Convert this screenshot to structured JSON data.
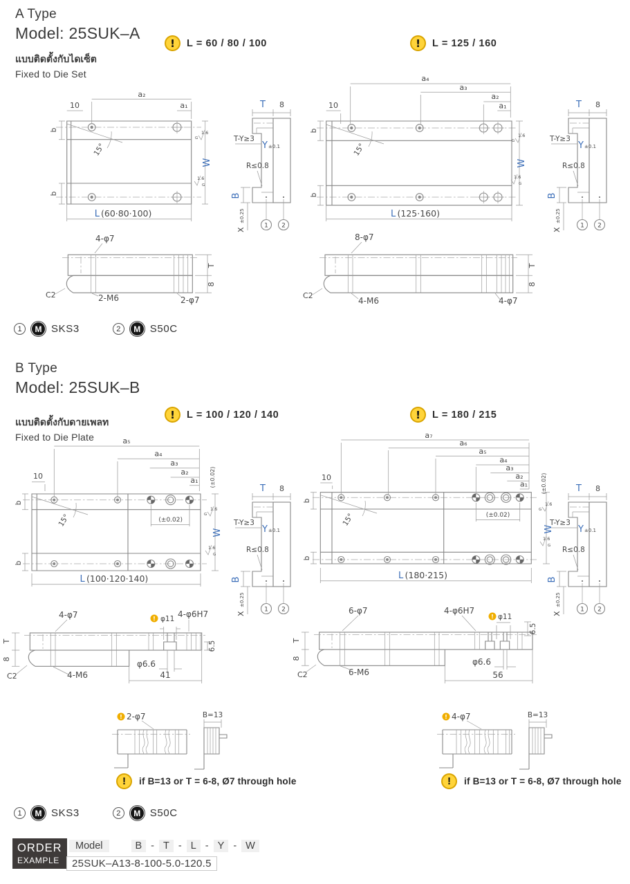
{
  "palette": {
    "accent_blue": "#3a6db8",
    "warning_yellow": "#ffd43a",
    "order_box_bg": "#3e3a39"
  },
  "icons": {
    "warning_glyph": "!",
    "material_glyph": "M"
  },
  "a": {
    "title": "A Type",
    "model": "Model: 25SUK–A",
    "sub_th": "แบบติดตั้งกับไดเซ็ต",
    "sub_en": "Fixed to Die Set",
    "warn_left": "L = 60 / 80 / 100",
    "warn_right": "L = 125 / 160",
    "plan_left": {
      "a2": "a₂",
      "a1": "a₁",
      "ten": "10",
      "b": "b",
      "angle": "15°",
      "w": "W",
      "l": "L",
      "lv": "(60·80·100)",
      "f1": "1.6",
      "g": "G"
    },
    "plan_right": {
      "a4": "a₄",
      "a3": "a₃",
      "a2": "a₂",
      "a1": "a₁",
      "ten": "10",
      "b": "b",
      "angle": "15°",
      "w": "W",
      "l": "L",
      "lv": "(125·160)",
      "f1": "1.6",
      "g": "G"
    },
    "bottom_left": {
      "top": "4-φ7",
      "c2": "C2",
      "tap": "2-M6",
      "end": "2-φ7",
      "t": "T",
      "eight": "8"
    },
    "bottom_right": {
      "top": "8-φ7",
      "c2": "C2",
      "tap": "4-M6",
      "end": "4-φ7",
      "t": "T",
      "eight": "8"
    }
  },
  "b": {
    "title": "B Type",
    "model": "Model: 25SUK–B",
    "sub_th": "แบบติดตั้งกับดายเพลท",
    "sub_en": "Fixed to Die Plate",
    "warn_left": "L = 100 / 120 / 140",
    "warn_right": "L = 180 / 215",
    "plan_left": {
      "a5": "a₅",
      "a4": "a₄",
      "a3": "a₃",
      "a2": "a₂",
      "a1": "a₁",
      "ten": "10",
      "b": "b",
      "angle": "15°",
      "tol_v": "(±0.02)",
      "tol_h": "(±0.02)",
      "w": "W",
      "l": "L",
      "lv": "(100·120·140)",
      "f1": "1.6",
      "g": "G"
    },
    "plan_right": {
      "a7": "a₇",
      "a6": "a₆",
      "a5": "a₅",
      "a4": "a₄",
      "a3": "a₃",
      "a2": "a₂",
      "a1": "a₁",
      "ten": "10",
      "b": "b",
      "angle": "15°",
      "tol_v": "(±0.02)",
      "tol_h": "(±0.02)",
      "w": "W",
      "l": "L",
      "lv": "(180·215)",
      "f1": "1.6",
      "g": "G"
    },
    "bottom_left": {
      "top": "4-φ7",
      "phi11": "φ11",
      "h7": "4-φ6H7",
      "t": "T",
      "eight": "8",
      "c2": "C2",
      "tap": "4-M6",
      "phi66": "φ6.6",
      "len": "41",
      "h65": "6.5"
    },
    "bottom_right": {
      "top": "6-φ7",
      "h7": "4-φ6H7",
      "phi11": "φ11",
      "h65": "6.5",
      "t": "T",
      "eight": "8",
      "c2": "C2",
      "tap": "6-M6",
      "phi66": "φ6.6",
      "len": "56"
    },
    "detail_left": {
      "label": "2-φ7",
      "bdim": "B=13"
    },
    "detail_right": {
      "label": "4-φ7",
      "bdim": "B=13"
    }
  },
  "section_view": {
    "t": "T",
    "eight": "8",
    "ty": "T-Y≥3",
    "y": "Y",
    "ytol": "±0.1",
    "r": "R≤0.8",
    "b": "B",
    "x": "X",
    "xtol": "±0.25",
    "p1": "1",
    "p2": "2"
  },
  "note_b": "if B=13 or T = 6-8, Ø7 through hole",
  "materials": [
    {
      "num": "1",
      "code": "SKS3"
    },
    {
      "num": "2",
      "code": "S50C"
    }
  ],
  "order_example": {
    "box_line1": "ORDER",
    "box_line2": "EXAMPLE",
    "model_label": "Model",
    "fields": [
      "B",
      "T",
      "L",
      "Y",
      "W"
    ],
    "separator": "-",
    "example_code": "25SUK–A13-8-100-5.0-120.5"
  }
}
